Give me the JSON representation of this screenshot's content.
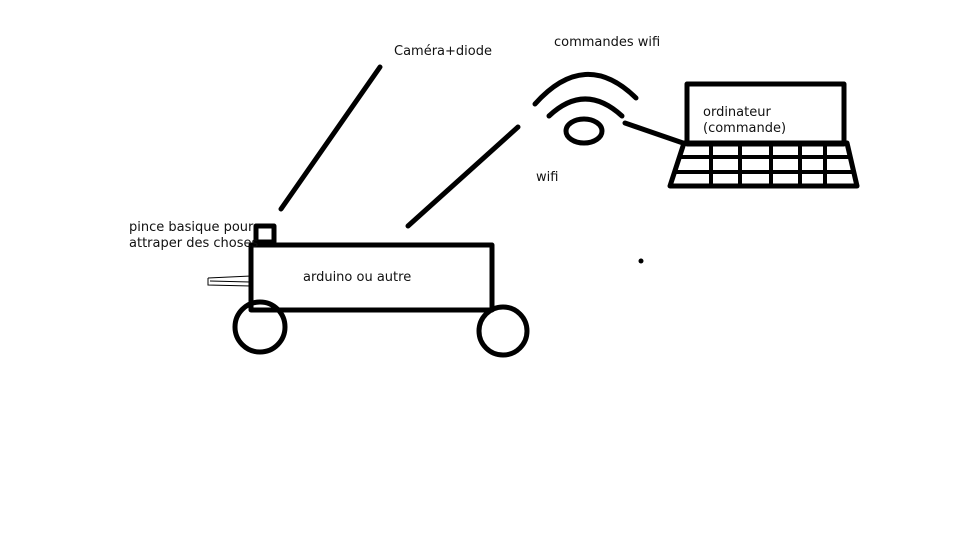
{
  "labels": {
    "camera": "Caméra+diode",
    "commandes_wifi": "commandes wifi",
    "wifi": "wifi",
    "pince_line1": "pince basique pour",
    "pince_line2": "attraper des choses",
    "arduino": "arduino ou autre",
    "ordinateur_line1": "ordinateur",
    "ordinateur_line2": "(commande)"
  },
  "colors": {
    "stroke": "#000000",
    "background": "#ffffff",
    "text": "#111111"
  }
}
